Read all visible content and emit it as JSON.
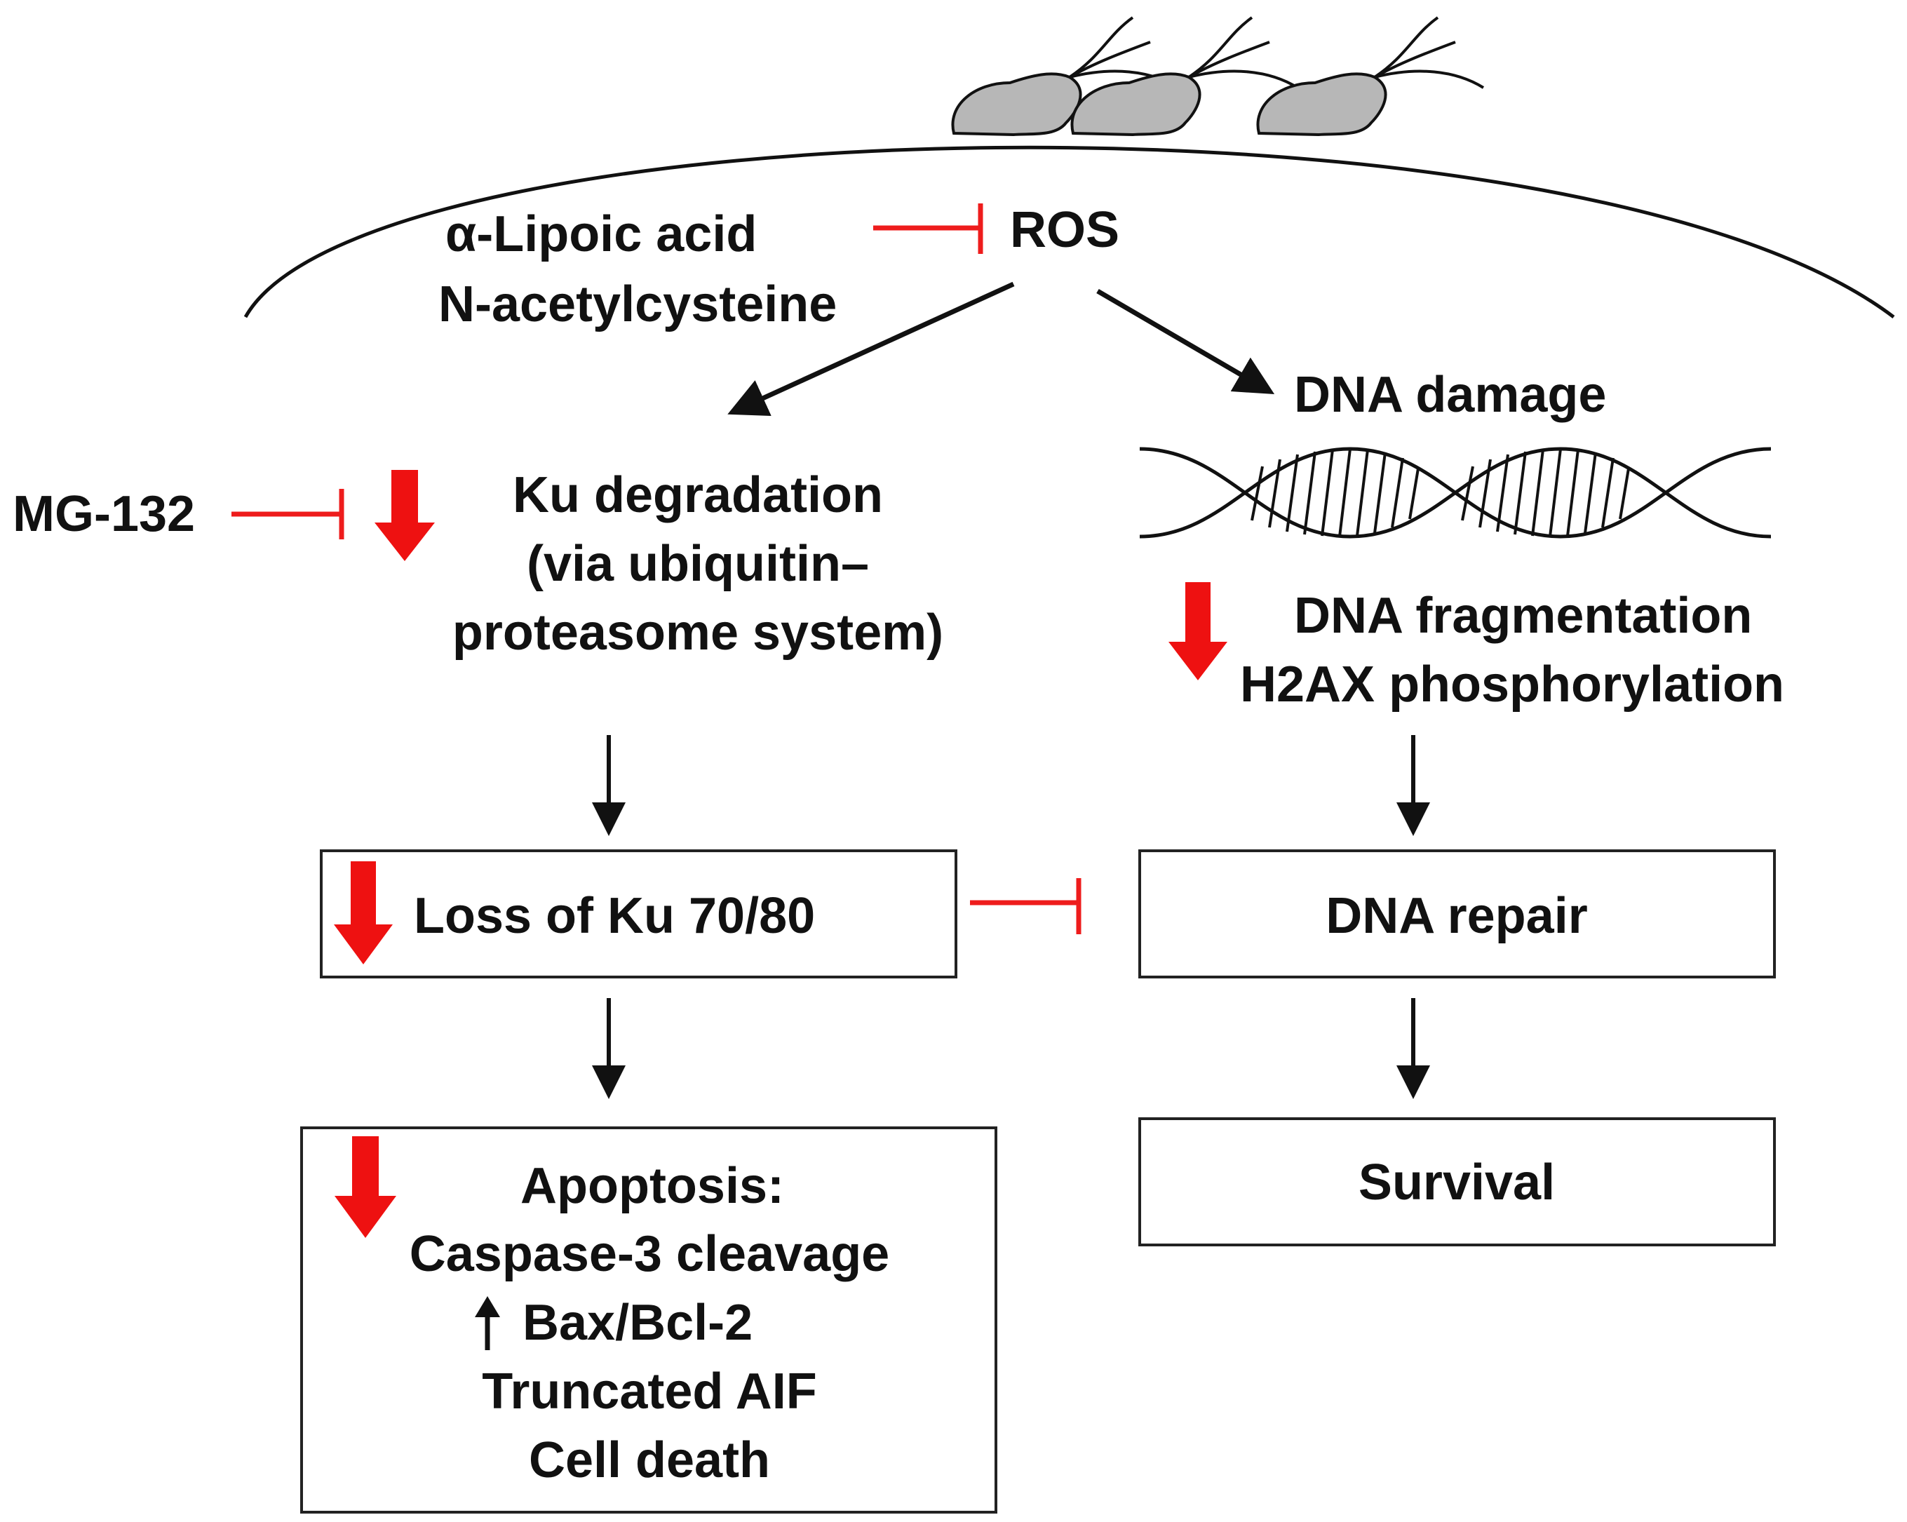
{
  "colors": {
    "inhibit": "#ee1c1c",
    "down_arrow": "#ee1111",
    "arrow": "#111111",
    "bacteria": "#b7b7b7"
  },
  "icons": [
    "bacterium-icon",
    "dna-helix-icon",
    "red-down-arrow-icon",
    "up-arrow-icon",
    "inhibition-bar-icon"
  ],
  "labels": {
    "lipoic": "α-Lipoic acid",
    "nac": "N-acetylcysteine",
    "ros": "ROS",
    "dna_damage": "DNA damage",
    "mg132": "MG-132",
    "ku_line1": "Ku degradation",
    "ku_line2": "(via ubiquitin–",
    "ku_line3": "proteasome system)",
    "frag_line1": "DNA fragmentation",
    "frag_line2": "H2AX phosphorylation",
    "loss_ku": "Loss of Ku 70/80",
    "dna_repair": "DNA repair",
    "apoptosis": "Apoptosis:",
    "caspase": "Caspase-3 cleavage",
    "bax": "Bax/Bcl-2",
    "aif": "Truncated AIF",
    "cell_death": "Cell death",
    "survival": "Survival"
  }
}
